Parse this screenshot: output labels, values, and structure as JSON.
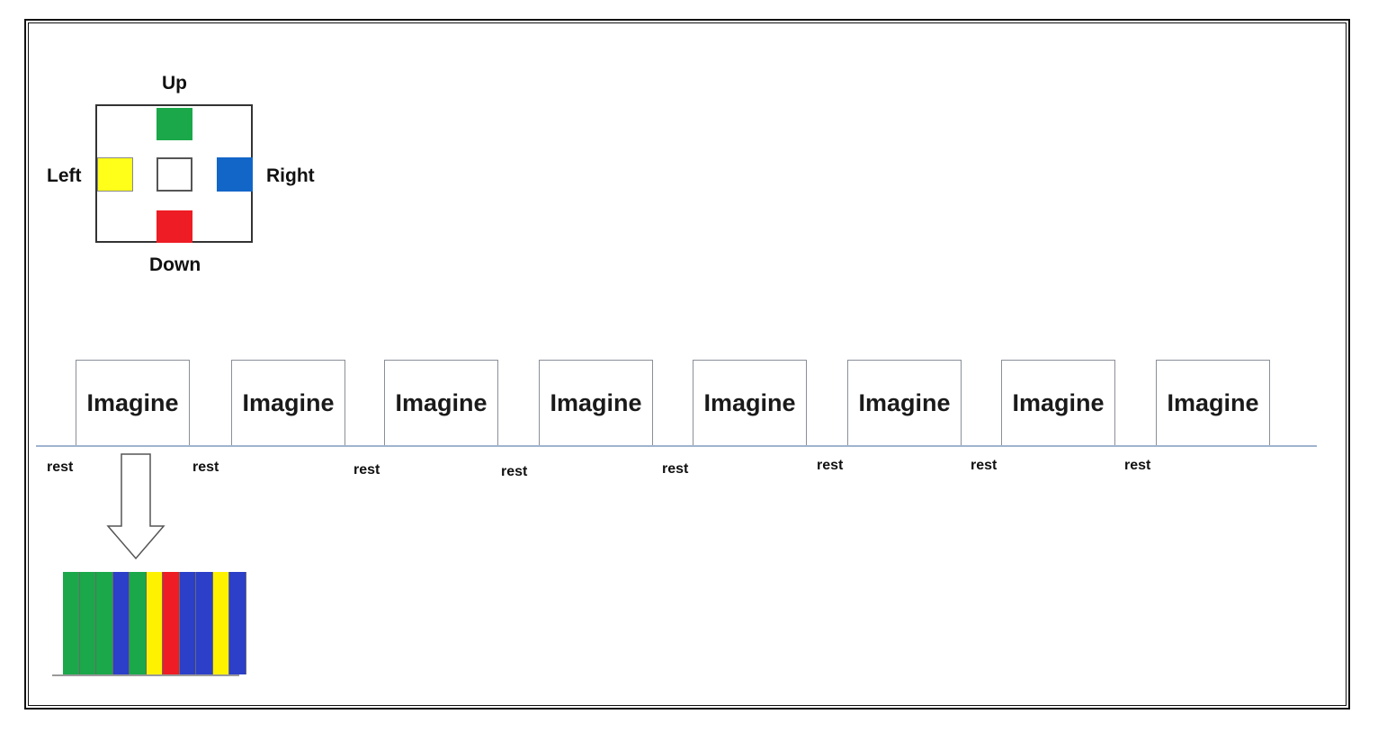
{
  "directions": {
    "up": "Up",
    "down": "Down",
    "left": "Left",
    "right": "Right",
    "colors": {
      "up": "#1aa84a",
      "down": "#ee1c24",
      "left": "#ffff1a",
      "right": "#1266c8",
      "center": "#ffffff"
    }
  },
  "trials": [
    {
      "label": "Imagine",
      "rest": "rest"
    },
    {
      "label": "Imagine",
      "rest": "rest"
    },
    {
      "label": "Imagine",
      "rest": "rest"
    },
    {
      "label": "Imagine",
      "rest": "rest"
    },
    {
      "label": "Imagine",
      "rest": "rest"
    },
    {
      "label": "Imagine",
      "rest": "rest"
    },
    {
      "label": "Imagine",
      "rest": "rest"
    },
    {
      "label": "Imagine",
      "rest": "rest"
    }
  ],
  "cue_sequence": [
    "green",
    "green",
    "green",
    "blue",
    "green",
    "yellow",
    "red",
    "blue",
    "blue",
    "yellow",
    "blue"
  ],
  "cue_colors": {
    "green": "#1aa84a",
    "blue": "#2c3fc8",
    "yellow": "#fff200",
    "red": "#ee1c24"
  }
}
